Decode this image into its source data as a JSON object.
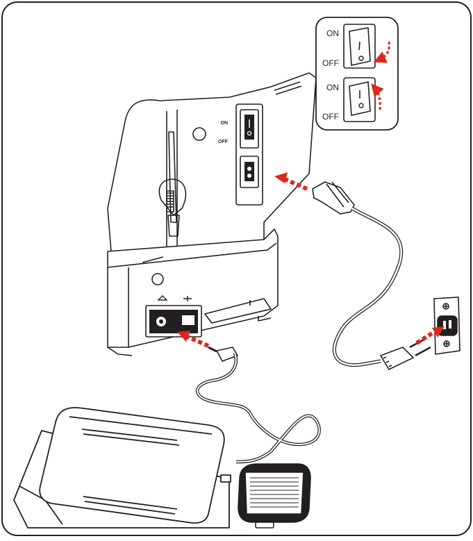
{
  "inset": {
    "top_switch": {
      "on_label": "ON",
      "off_label": "OFF",
      "arrow_direction": "down"
    },
    "bottom_switch": {
      "on_label": "ON",
      "off_label": "OFF",
      "arrow_direction": "up"
    }
  },
  "machine_panel": {
    "on_label": "ON",
    "off_label": "OFF"
  },
  "colors": {
    "line": "#231f20",
    "arrow": "#e1261c",
    "background": "#ffffff"
  },
  "icons": [
    "power-switch-icon",
    "power-socket-icon",
    "foot-control-jack-icon",
    "usb-icon",
    "wall-outlet-icon",
    "plug-icon",
    "foot-pedal-icon"
  ]
}
